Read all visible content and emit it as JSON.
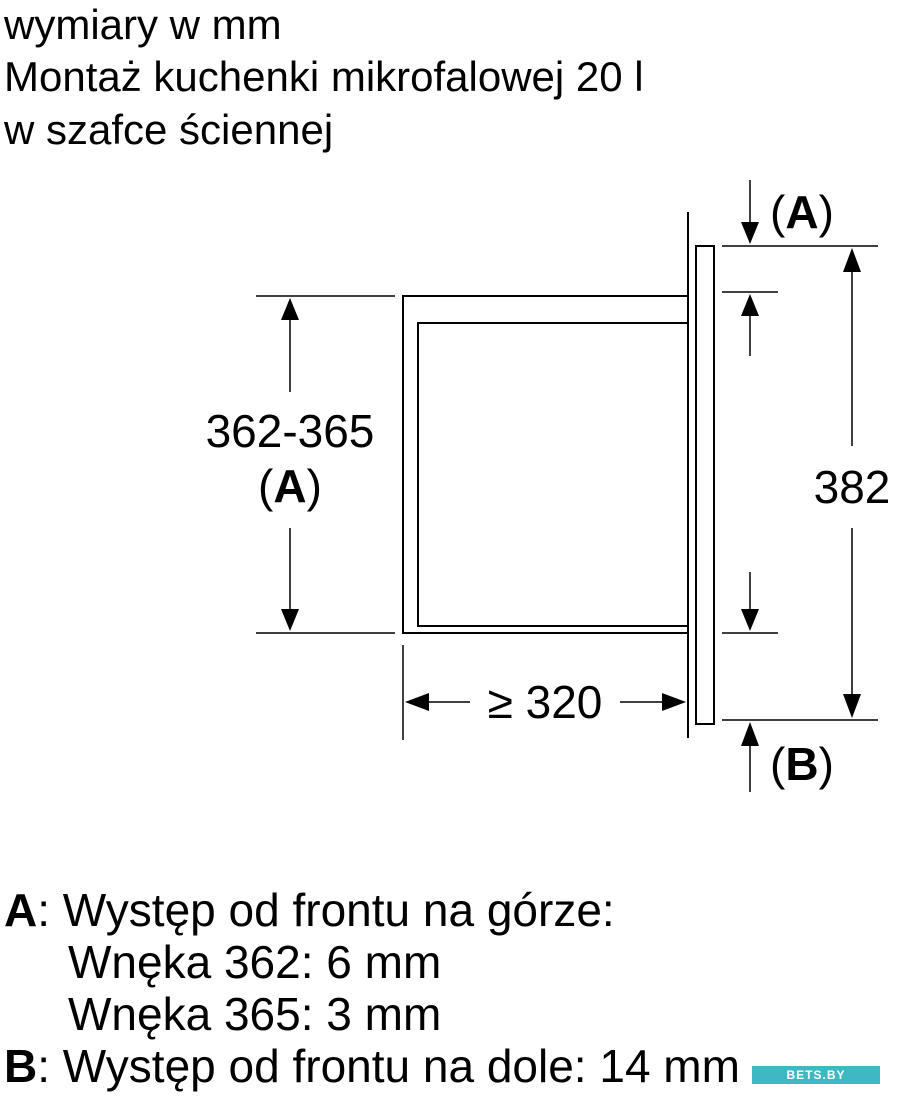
{
  "header": {
    "line1": "wymiary w mm",
    "line2": "Montaż kuchenki mikrofalowej 20 l",
    "line3": "w szafce ściennej"
  },
  "diagram": {
    "label_top_right_open": "(",
    "label_top_right_key": "A",
    "label_top_right_close": ")",
    "label_height_value": "362-365",
    "label_height_open": "(",
    "label_height_key": "A",
    "label_height_close": ")",
    "label_depth": "≥ 320",
    "label_total_height": "382",
    "label_bottom_right_open": "(",
    "label_bottom_right_key": "B",
    "label_bottom_right_close": ")"
  },
  "legend": {
    "a_key": "A",
    "a_text": ": Występ od frontu na górze:",
    "a_line2": "Wnęka 362: 6 mm",
    "a_line3": "Wnęka 365: 3 mm",
    "b_key": "B",
    "b_text": ": Występ od frontu na dole: 14 mm"
  },
  "watermark": {
    "text": "BETS.BY"
  }
}
